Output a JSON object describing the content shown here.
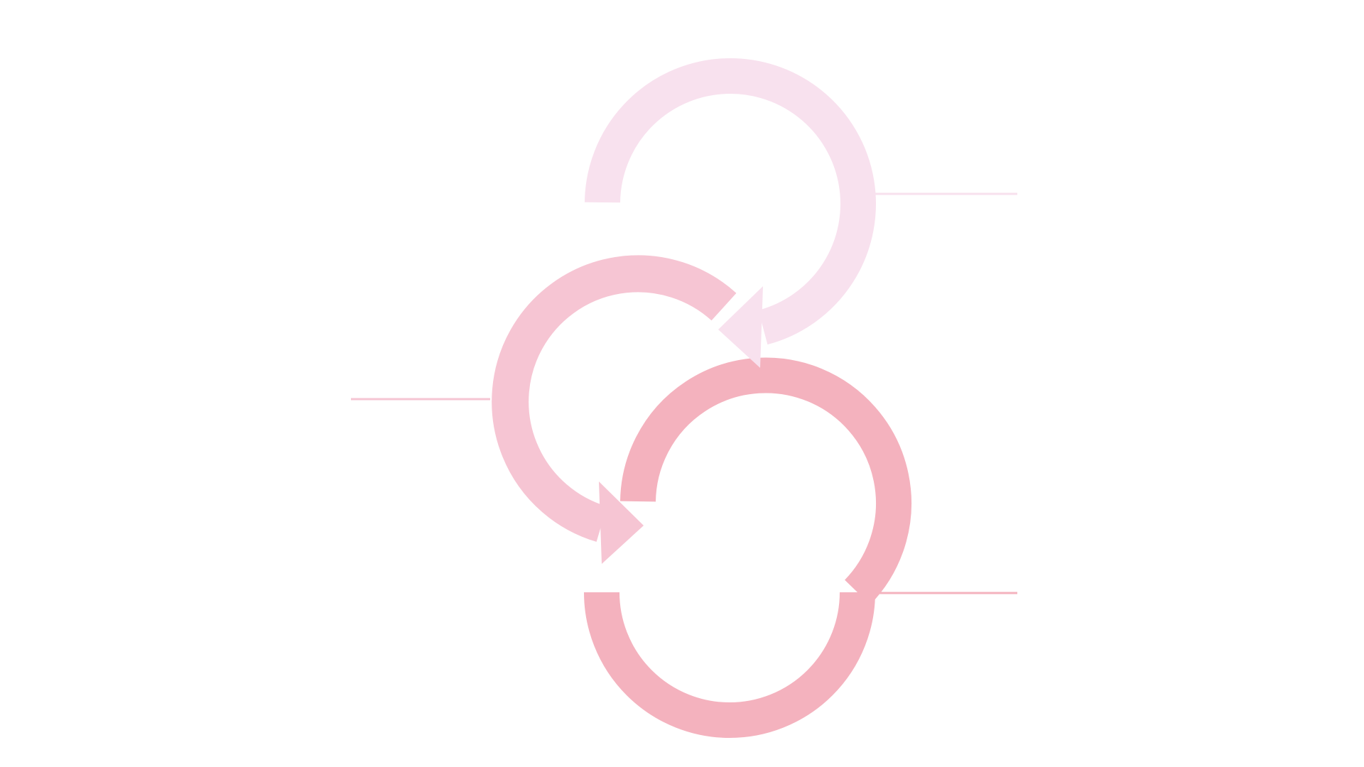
{
  "diagram": {
    "steps": [
      {
        "ring": "ring-1",
        "color": "#f8e1ee",
        "connector_side": "right"
      },
      {
        "ring": "ring-2",
        "color": "#f6c5d3",
        "connector_side": "left"
      },
      {
        "ring": "ring-3",
        "color": "#f4b2be",
        "connector_side": "right"
      }
    ],
    "background_color": "#ffffff"
  }
}
